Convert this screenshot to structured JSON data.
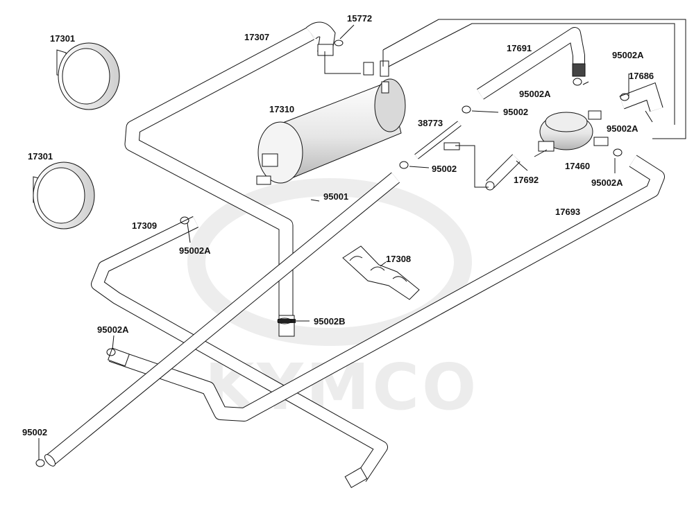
{
  "watermark": {
    "brand": "KYMCO"
  },
  "labels": {
    "l15772": "15772",
    "l17307": "17307",
    "l17301a": "17301",
    "l17301b": "17301",
    "l17310": "17310",
    "l17691": "17691",
    "l95002A_1": "95002A",
    "l17686": "17686",
    "l95002A_2": "95002A",
    "l95002_1": "95002",
    "l95002A_3": "95002A",
    "l38773": "38773",
    "l95002_2": "95002",
    "l17692": "17692",
    "l17460": "17460",
    "l95002A_4": "95002A",
    "l95001": "95001",
    "l17693": "17693",
    "l17309": "17309",
    "l95002A_5": "95002A",
    "l17308": "17308",
    "l95002B": "95002B",
    "l95002A_6": "95002A",
    "l95002_3": "95002"
  },
  "colors": {
    "line": "#111111",
    "part_fill": "#ffffff",
    "shade": "#dcdcdc",
    "watermark": "#ececec"
  }
}
